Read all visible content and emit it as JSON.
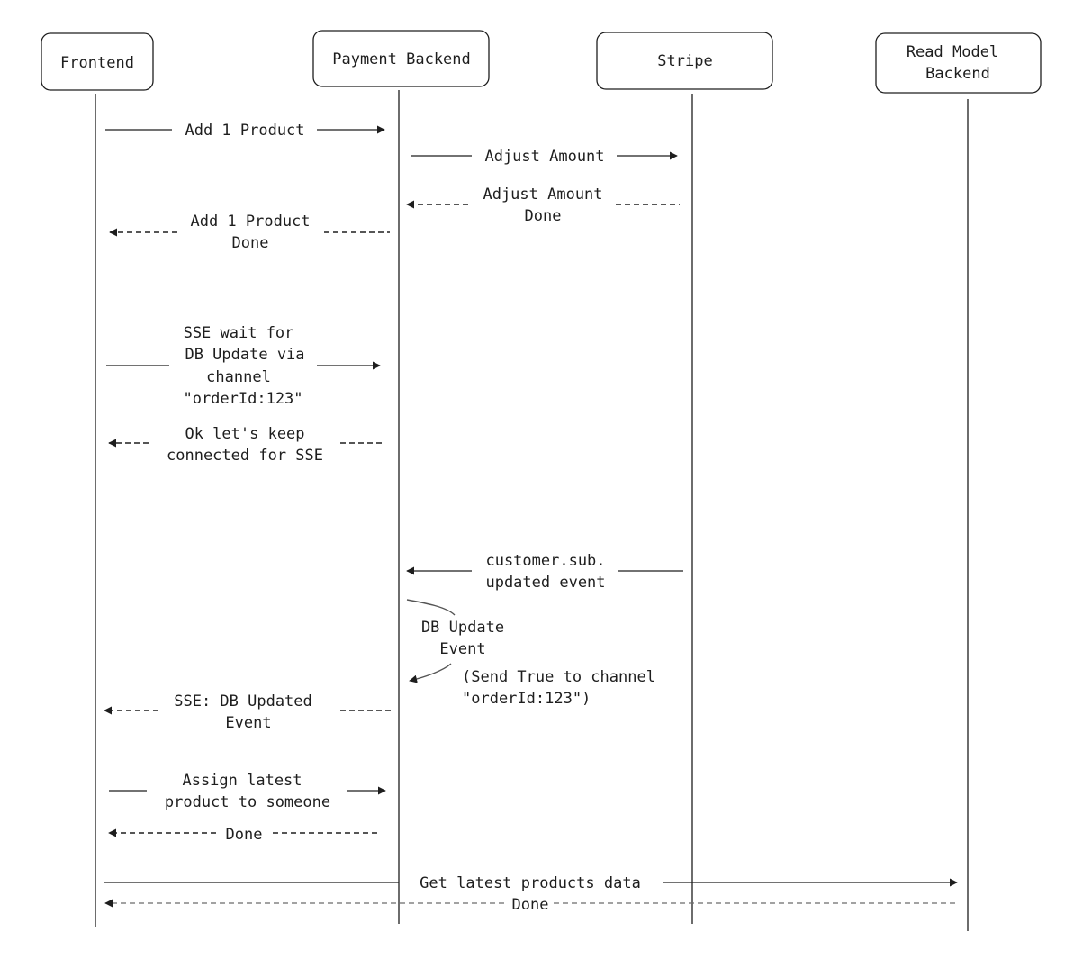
{
  "participants": {
    "frontend": "Frontend",
    "payment": "Payment Backend",
    "stripe": "Stripe",
    "readmodel": [
      "Read Model",
      "Backend"
    ]
  },
  "messages": {
    "add_product": "Add 1 Product",
    "adjust_amount": "Adjust Amount",
    "adjust_amount_done": [
      "Adjust Amount",
      "Done"
    ],
    "add_product_done": [
      "Add 1 Product",
      "Done"
    ],
    "sse_wait": [
      "SSE wait for",
      "DB Update via",
      "channel",
      "\"orderId:123\""
    ],
    "keep_connected": [
      "Ok let's keep",
      "connected for SSE"
    ],
    "customer_event": [
      "customer.sub.",
      "updated event"
    ],
    "db_update_event": [
      "DB Update",
      "Event"
    ],
    "send_true": [
      "(Send True to channel",
      "\"orderId:123\")"
    ],
    "sse_db_updated": [
      "SSE: DB Updated",
      "Event"
    ],
    "assign_product": [
      "Assign latest",
      "product to someone"
    ],
    "done": "Done",
    "get_products": "Get latest products data",
    "done_final": "Done"
  }
}
